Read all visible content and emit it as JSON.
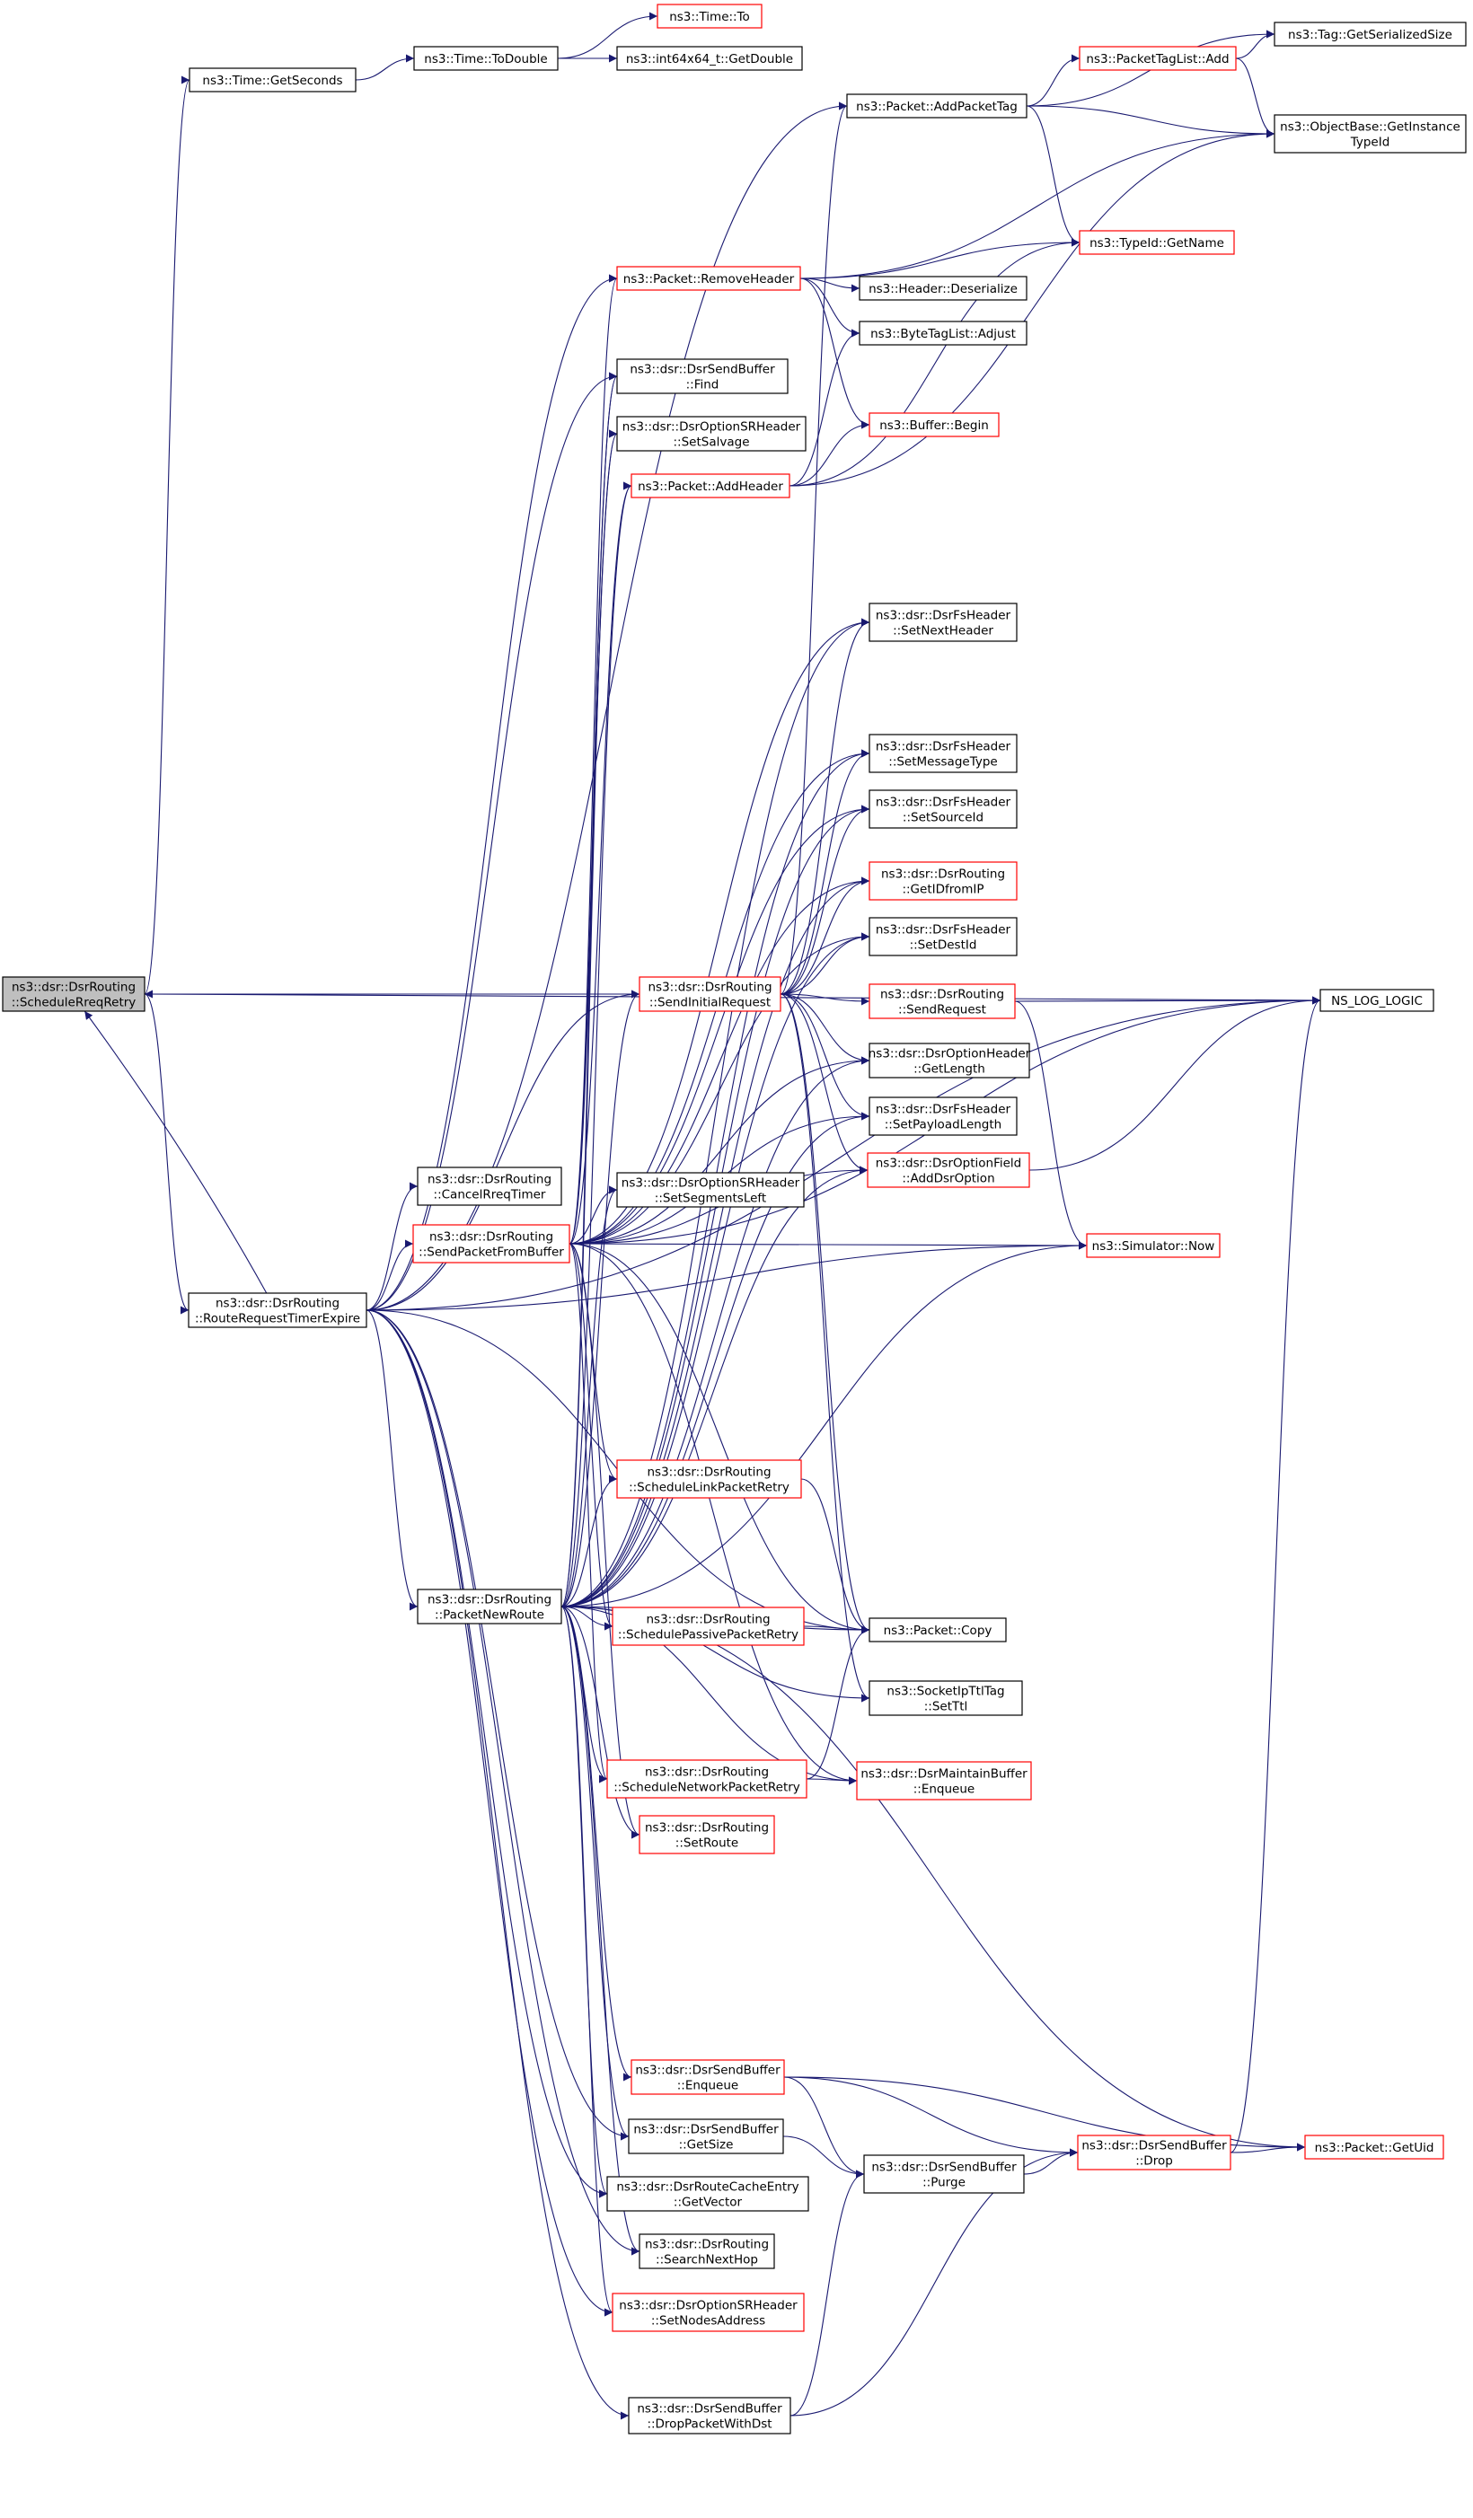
{
  "colors": {
    "edge": "#191970",
    "truncated_border": "#ff0000",
    "focus_fill": "#bfbfbf",
    "node_border": "#000000"
  },
  "nodes": [
    {
      "id": "schedulerreqretry",
      "lines": [
        "ns3::dsr::DsrRouting",
        "::ScheduleRreqRetry"
      ],
      "style": "focus"
    },
    {
      "id": "routerequesttimerexpire",
      "lines": [
        "ns3::dsr::DsrRouting",
        "::RouteRequestTimerExpire"
      ],
      "style": "normal"
    },
    {
      "id": "timegetseconds",
      "lines": [
        "ns3::Time::GetSeconds"
      ],
      "style": "normal"
    },
    {
      "id": "timetodouble",
      "lines": [
        "ns3::Time::ToDouble"
      ],
      "style": "normal"
    },
    {
      "id": "timeto",
      "lines": [
        "ns3::Time::To"
      ],
      "style": "red"
    },
    {
      "id": "int64getdouble",
      "lines": [
        "ns3::int64x64_t::GetDouble"
      ],
      "style": "normal"
    },
    {
      "id": "packetaddpackettag",
      "lines": [
        "ns3::Packet::AddPacketTag"
      ],
      "style": "normal"
    },
    {
      "id": "packettaglistadd",
      "lines": [
        "ns3::PacketTagList::Add"
      ],
      "style": "red"
    },
    {
      "id": "taggetserializedsize",
      "lines": [
        "ns3::Tag::GetSerializedSize"
      ],
      "style": "normal"
    },
    {
      "id": "objectbasegetinstancetypeid",
      "lines": [
        "ns3::ObjectBase::GetInstance",
        "TypeId"
      ],
      "style": "normal"
    },
    {
      "id": "typeidgetname",
      "lines": [
        "ns3::TypeId::GetName"
      ],
      "style": "red"
    },
    {
      "id": "packetremoveheader",
      "lines": [
        "ns3::Packet::RemoveHeader"
      ],
      "style": "red"
    },
    {
      "id": "headerdeserialize",
      "lines": [
        "ns3::Header::Deserialize"
      ],
      "style": "normal"
    },
    {
      "id": "bytetaglistadjust",
      "lines": [
        "ns3::ByteTagList::Adjust"
      ],
      "style": "normal"
    },
    {
      "id": "sendbufferfind",
      "lines": [
        "ns3::dsr::DsrSendBuffer",
        "::Find"
      ],
      "style": "normal"
    },
    {
      "id": "bufferbegin",
      "lines": [
        "ns3::Buffer::Begin"
      ],
      "style": "red"
    },
    {
      "id": "optionsrsetsalvage",
      "lines": [
        "ns3::dsr::DsrOptionSRHeader",
        "::SetSalvage"
      ],
      "style": "normal"
    },
    {
      "id": "packetaddheader",
      "lines": [
        "ns3::Packet::AddHeader"
      ],
      "style": "red"
    },
    {
      "id": "fssetnextheader",
      "lines": [
        "ns3::dsr::DsrFsHeader",
        "::SetNextHeader"
      ],
      "style": "normal"
    },
    {
      "id": "fssetmessagetype",
      "lines": [
        "ns3::dsr::DsrFsHeader",
        "::SetMessageType"
      ],
      "style": "normal"
    },
    {
      "id": "fssetsourceid",
      "lines": [
        "ns3::dsr::DsrFsHeader",
        "::SetSourceId"
      ],
      "style": "normal"
    },
    {
      "id": "getidfromip",
      "lines": [
        "ns3::dsr::DsrRouting",
        "::GetIDfromIP"
      ],
      "style": "red"
    },
    {
      "id": "fssetdestid",
      "lines": [
        "ns3::dsr::DsrFsHeader",
        "::SetDestId"
      ],
      "style": "normal"
    },
    {
      "id": "sendinitialrequest",
      "lines": [
        "ns3::dsr::DsrRouting",
        "::SendInitialRequest"
      ],
      "style": "red"
    },
    {
      "id": "sendrequest",
      "lines": [
        "ns3::dsr::DsrRouting",
        "::SendRequest"
      ],
      "style": "red"
    },
    {
      "id": "nslogic",
      "lines": [
        "NS_LOG_LOGIC"
      ],
      "style": "normal"
    },
    {
      "id": "optiongetlength",
      "lines": [
        "ns3::dsr::DsrOptionHeader",
        "::GetLength"
      ],
      "style": "normal"
    },
    {
      "id": "fssetpayloadlength",
      "lines": [
        "ns3::dsr::DsrFsHeader",
        "::SetPayloadLength"
      ],
      "style": "normal"
    },
    {
      "id": "optionfieldadddsroption",
      "lines": [
        "ns3::dsr::DsrOptionField",
        "::AddDsrOption"
      ],
      "style": "red"
    },
    {
      "id": "cancelrreqtimer",
      "lines": [
        "ns3::dsr::DsrRouting",
        "::CancelRreqTimer"
      ],
      "style": "normal"
    },
    {
      "id": "optionsrsetsegmentsleft",
      "lines": [
        "ns3::dsr::DsrOptionSRHeader",
        "::SetSegmentsLeft"
      ],
      "style": "normal"
    },
    {
      "id": "sendpacketfrombuffer",
      "lines": [
        "ns3::dsr::DsrRouting",
        "::SendPacketFromBuffer"
      ],
      "style": "red"
    },
    {
      "id": "simulatornow",
      "lines": [
        "ns3::Simulator::Now"
      ],
      "style": "red"
    },
    {
      "id": "schedulelinkpacketretry",
      "lines": [
        "ns3::dsr::DsrRouting",
        "::ScheduleLinkPacketRetry"
      ],
      "style": "red"
    },
    {
      "id": "packetnewroute",
      "lines": [
        "ns3::dsr::DsrRouting",
        "::PacketNewRoute"
      ],
      "style": "normal"
    },
    {
      "id": "schedulepassivepacketretry",
      "lines": [
        "ns3::dsr::DsrRouting",
        "::SchedulePassivePacketRetry"
      ],
      "style": "red"
    },
    {
      "id": "packetcopy",
      "lines": [
        "ns3::Packet::Copy"
      ],
      "style": "normal"
    },
    {
      "id": "socketipttltagsetttl",
      "lines": [
        "ns3::SocketIpTtlTag",
        "::SetTtl"
      ],
      "style": "normal"
    },
    {
      "id": "schedulenetworkpacketretry",
      "lines": [
        "ns3::dsr::DsrRouting",
        "::ScheduleNetworkPacketRetry"
      ],
      "style": "red"
    },
    {
      "id": "maintainbufferenqueue",
      "lines": [
        "ns3::dsr::DsrMaintainBuffer",
        "::Enqueue"
      ],
      "style": "red"
    },
    {
      "id": "setroute",
      "lines": [
        "ns3::dsr::DsrRouting",
        "::SetRoute"
      ],
      "style": "red"
    },
    {
      "id": "sendbufferenqueue",
      "lines": [
        "ns3::dsr::DsrSendBuffer",
        "::Enqueue"
      ],
      "style": "red"
    },
    {
      "id": "sendbufferdrop",
      "lines": [
        "ns3::dsr::DsrSendBuffer",
        "::Drop"
      ],
      "style": "red"
    },
    {
      "id": "packetgetuid",
      "lines": [
        "ns3::Packet::GetUid"
      ],
      "style": "red"
    },
    {
      "id": "sendbuffergetsize",
      "lines": [
        "ns3::dsr::DsrSendBuffer",
        "::GetSize"
      ],
      "style": "normal"
    },
    {
      "id": "sendbufferpurge",
      "lines": [
        "ns3::dsr::DsrSendBuffer",
        "::Purge"
      ],
      "style": "normal"
    },
    {
      "id": "routecacheentrygetvector",
      "lines": [
        "ns3::dsr::DsrRouteCacheEntry",
        "::GetVector"
      ],
      "style": "normal"
    },
    {
      "id": "searchnexthop",
      "lines": [
        "ns3::dsr::DsrRouting",
        "::SearchNextHop"
      ],
      "style": "normal"
    },
    {
      "id": "optionsrsetnodesaddress",
      "lines": [
        "ns3::dsr::DsrOptionSRHeader",
        "::SetNodesAddress"
      ],
      "style": "red"
    },
    {
      "id": "sendbufferdroppacketwithdst",
      "lines": [
        "ns3::dsr::DsrSendBuffer",
        "::DropPacketWithDst"
      ],
      "style": "normal"
    }
  ],
  "edges": [
    [
      "schedulerreqretry",
      "timegetseconds"
    ],
    [
      "timegetseconds",
      "timetodouble"
    ],
    [
      "timetodouble",
      "timeto"
    ],
    [
      "timetodouble",
      "int64getdouble"
    ],
    [
      "schedulerreqretry",
      "nslogic"
    ],
    [
      "schedulerreqretry",
      "routerequesttimerexpire"
    ],
    [
      "routerequesttimerexpire",
      "schedulerreqretry"
    ],
    [
      "routerequesttimerexpire",
      "packetaddpackettag"
    ],
    [
      "routerequesttimerexpire",
      "packetremoveheader"
    ],
    [
      "routerequesttimerexpire",
      "sendbufferfind"
    ],
    [
      "routerequesttimerexpire",
      "nslogic"
    ],
    [
      "routerequesttimerexpire",
      "sendinitialrequest"
    ],
    [
      "routerequesttimerexpire",
      "cancelrreqtimer"
    ],
    [
      "routerequesttimerexpire",
      "sendpacketfrombuffer"
    ],
    [
      "routerequesttimerexpire",
      "packetnewroute"
    ],
    [
      "routerequesttimerexpire",
      "packetcopy"
    ],
    [
      "routerequesttimerexpire",
      "sendbufferdroppacketwithdst"
    ],
    [
      "routerequesttimerexpire",
      "sendbuffergetsize"
    ],
    [
      "routerequesttimerexpire",
      "routecacheentrygetvector"
    ],
    [
      "routerequesttimerexpire",
      "searchnexthop"
    ],
    [
      "routerequesttimerexpire",
      "optionsrsetnodesaddress"
    ],
    [
      "routerequesttimerexpire",
      "simulatornow"
    ],
    [
      "packetaddpackettag",
      "packettaglistadd"
    ],
    [
      "packetaddpackettag",
      "objectbasegetinstancetypeid"
    ],
    [
      "packetaddpackettag",
      "typeidgetname"
    ],
    [
      "packetaddpackettag",
      "taggetserializedsize"
    ],
    [
      "packettaglistadd",
      "taggetserializedsize"
    ],
    [
      "packettaglistadd",
      "objectbasegetinstancetypeid"
    ],
    [
      "packetremoveheader",
      "typeidgetname"
    ],
    [
      "packetremoveheader",
      "headerdeserialize"
    ],
    [
      "packetremoveheader",
      "bytetaglistadjust"
    ],
    [
      "packetremoveheader",
      "bufferbegin"
    ],
    [
      "packetremoveheader",
      "objectbasegetinstancetypeid"
    ],
    [
      "packetaddheader",
      "bufferbegin"
    ],
    [
      "packetaddheader",
      "bytetaglistadjust"
    ],
    [
      "packetaddheader",
      "typeidgetname"
    ],
    [
      "packetaddheader",
      "objectbasegetinstancetypeid"
    ],
    [
      "sendinitialrequest",
      "schedulerreqretry"
    ],
    [
      "sendinitialrequest",
      "packetaddpackettag"
    ],
    [
      "sendinitialrequest",
      "fssetnextheader"
    ],
    [
      "sendinitialrequest",
      "fssetmessagetype"
    ],
    [
      "sendinitialrequest",
      "fssetsourceid"
    ],
    [
      "sendinitialrequest",
      "getidfromip"
    ],
    [
      "sendinitialrequest",
      "fssetdestid"
    ],
    [
      "sendinitialrequest",
      "sendrequest"
    ],
    [
      "sendinitialrequest",
      "optiongetlength"
    ],
    [
      "sendinitialrequest",
      "fssetpayloadlength"
    ],
    [
      "sendinitialrequest",
      "optionfieldadddsroption"
    ],
    [
      "sendinitialrequest",
      "packetcopy"
    ],
    [
      "sendinitialrequest",
      "socketipttltagsetttl"
    ],
    [
      "sendrequest",
      "nslogic"
    ],
    [
      "sendrequest",
      "simulatornow"
    ],
    [
      "optionfieldadddsroption",
      "nslogic"
    ],
    [
      "sendpacketfrombuffer",
      "sendbufferfind"
    ],
    [
      "sendpacketfrombuffer",
      "optionsrsetsalvage"
    ],
    [
      "sendpacketfrombuffer",
      "packetaddheader"
    ],
    [
      "sendpacketfrombuffer",
      "fssetnextheader"
    ],
    [
      "sendpacketfrombuffer",
      "fssetmessagetype"
    ],
    [
      "sendpacketfrombuffer",
      "fssetsourceid"
    ],
    [
      "sendpacketfrombuffer",
      "getidfromip"
    ],
    [
      "sendpacketfrombuffer",
      "fssetdestid"
    ],
    [
      "sendpacketfrombuffer",
      "optiongetlength"
    ],
    [
      "sendpacketfrombuffer",
      "fssetpayloadlength"
    ],
    [
      "sendpacketfrombuffer",
      "optionfieldadddsroption"
    ],
    [
      "sendpacketfrombuffer",
      "optionsrsetsegmentsleft"
    ],
    [
      "sendpacketfrombuffer",
      "simulatornow"
    ],
    [
      "sendpacketfrombuffer",
      "schedulelinkpacketretry"
    ],
    [
      "sendpacketfrombuffer",
      "schedulepassivepacketretry"
    ],
    [
      "sendpacketfrombuffer",
      "packetcopy"
    ],
    [
      "sendpacketfrombuffer",
      "schedulenetworkpacketretry"
    ],
    [
      "sendpacketfrombuffer",
      "setroute"
    ],
    [
      "sendpacketfrombuffer",
      "maintainbufferenqueue"
    ],
    [
      "sendpacketfrombuffer",
      "packetremoveheader"
    ],
    [
      "sendpacketfrombuffer",
      "nslogic"
    ],
    [
      "schedulelinkpacketretry",
      "packetcopy"
    ],
    [
      "schedulepassivepacketretry",
      "packetcopy"
    ],
    [
      "schedulenetworkpacketretry",
      "packetcopy"
    ],
    [
      "schedulenetworkpacketretry",
      "maintainbufferenqueue"
    ],
    [
      "packetnewroute",
      "sendinitialrequest"
    ],
    [
      "packetnewroute",
      "packetaddheader"
    ],
    [
      "packetnewroute",
      "fssetnextheader"
    ],
    [
      "packetnewroute",
      "fssetmessagetype"
    ],
    [
      "packetnewroute",
      "fssetsourceid"
    ],
    [
      "packetnewroute",
      "getidfromip"
    ],
    [
      "packetnewroute",
      "fssetdestid"
    ],
    [
      "packetnewroute",
      "optiongetlength"
    ],
    [
      "packetnewroute",
      "fssetpayloadlength"
    ],
    [
      "packetnewroute",
      "optionfieldadddsroption"
    ],
    [
      "packetnewroute",
      "optionsrsetsegmentsleft"
    ],
    [
      "packetnewroute",
      "optionsrsetsalvage"
    ],
    [
      "packetnewroute",
      "schedulelinkpacketretry"
    ],
    [
      "packetnewroute",
      "schedulepassivepacketretry"
    ],
    [
      "packetnewroute",
      "packetcopy"
    ],
    [
      "packetnewroute",
      "socketipttltagsetttl"
    ],
    [
      "packetnewroute",
      "schedulenetworkpacketretry"
    ],
    [
      "packetnewroute",
      "maintainbufferenqueue"
    ],
    [
      "packetnewroute",
      "setroute"
    ],
    [
      "packetnewroute",
      "sendbufferenqueue"
    ],
    [
      "packetnewroute",
      "sendbuffergetsize"
    ],
    [
      "packetnewroute",
      "routecacheentrygetvector"
    ],
    [
      "packetnewroute",
      "searchnexthop"
    ],
    [
      "packetnewroute",
      "optionsrsetnodesaddress"
    ],
    [
      "packetnewroute",
      "simulatornow"
    ],
    [
      "packetnewroute",
      "packetgetuid"
    ],
    [
      "packetnewroute",
      "sendbufferfind"
    ],
    [
      "sendbufferenqueue",
      "sendbufferpurge"
    ],
    [
      "sendbufferenqueue",
      "sendbufferdrop"
    ],
    [
      "sendbufferenqueue",
      "packetgetuid"
    ],
    [
      "sendbufferdrop",
      "packetgetuid"
    ],
    [
      "sendbufferdrop",
      "nslogic"
    ],
    [
      "sendbuffergetsize",
      "sendbufferpurge"
    ],
    [
      "sendbufferpurge",
      "sendbufferdrop"
    ],
    [
      "sendbufferdroppacketwithdst",
      "sendbufferpurge"
    ],
    [
      "sendbufferdroppacketwithdst",
      "sendbufferdrop"
    ]
  ]
}
